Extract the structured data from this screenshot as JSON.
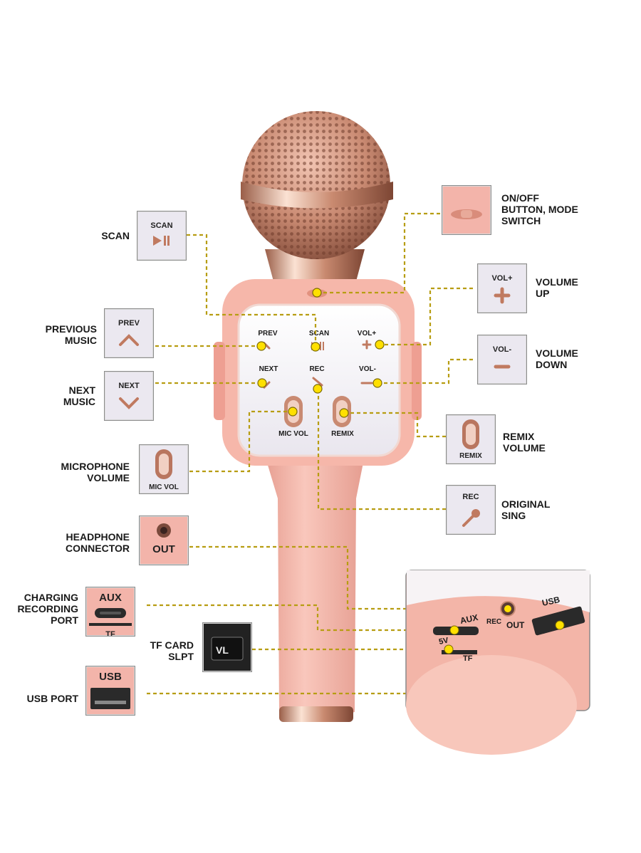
{
  "colors": {
    "accent_dot": "#ffe000",
    "leader_line": "#b79d12",
    "body_pink": "#f6b9ad",
    "rose_gold": "#d79b83",
    "panel_white": "#f4f2f6"
  },
  "panel_buttons": {
    "prev": "PREV",
    "scan": "SCAN",
    "vol_up": "VOL+",
    "next": "NEXT",
    "rec": "REC",
    "vol_down": "VOL-",
    "mic_vol": "MIC VOL",
    "remix": "REMIX"
  },
  "callouts": {
    "scan": {
      "label": "SCAN",
      "inset": "SCAN",
      "icon": "play-pause-icon"
    },
    "on_off": {
      "label": "ON/OFF\nBUTTON, MODE\nSWITCH",
      "icon": "slide-switch-icon"
    },
    "previous": {
      "label": "PREVIOUS\nMUSIC",
      "inset": "PREV",
      "icon": "chevron-up-icon"
    },
    "volume_up": {
      "label": "VOLUME\nUP",
      "inset": "VOL+",
      "icon": "plus-icon"
    },
    "next": {
      "label": "NEXT\nMUSIC",
      "inset": "NEXT",
      "icon": "chevron-down-icon"
    },
    "volume_down": {
      "label": "VOLUME\nDOWN",
      "inset": "VOL-",
      "icon": "minus-icon"
    },
    "remix": {
      "label": "REMIX\nVOLUME",
      "inset": "REMIX",
      "icon": "knob-icon"
    },
    "mic_volume": {
      "label": "MICROPHONE\nVOLUME",
      "inset": "MIC VOL",
      "icon": "knob-icon"
    },
    "original": {
      "label": "ORIGINAL\nSING",
      "inset": "REC",
      "icon": "mic-icon"
    },
    "headphone": {
      "label": "HEADPHONE\nCONNECTOR",
      "inset": "OUT",
      "icon": "headphone-jack-icon"
    },
    "charging": {
      "label": "CHARGING\nRECORDING\nPORT",
      "inset": "AUX",
      "inset2": "TF",
      "icon": "usb-c-port-icon"
    },
    "tf_card": {
      "label": "TF CARD\nSLPT",
      "card_text": "VL",
      "icon": "sd-card-icon"
    },
    "usb": {
      "label": "USB PORT",
      "inset": "USB",
      "icon": "usb-port-icon"
    }
  },
  "bottom_inset": {
    "aux": "AUX",
    "rec": "REC",
    "out": "OUT",
    "usb": "USB",
    "v5": "5V",
    "tf": "TF"
  }
}
